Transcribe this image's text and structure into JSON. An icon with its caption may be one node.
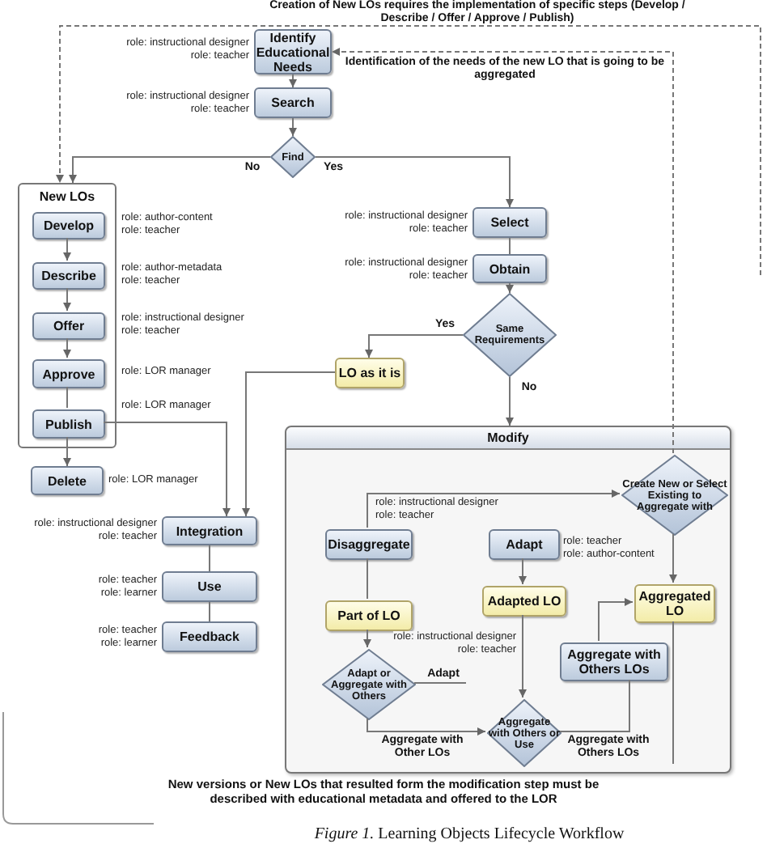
{
  "diagram": {
    "caption": "*Figure 1.* Learning Objects Lifecycle Workflow",
    "nodes": [
      {
        "text": [
          "Identify Educational Needs"
        ],
        "beside": [
          "role: instructional designer",
          "role: teacher"
        ]
      },
      {
        "text": [
          "Search"
        ],
        "beside": [
          "role: instructional designer",
          "role: teacher"
        ]
      },
      {
        "text": [
          "Find"
        ]
      },
      {
        "text": [
          "New LOs"
        ]
      },
      {
        "text": [
          "Develop"
        ],
        "in": 3,
        "beside": [
          "role: author-content",
          "role: teacher"
        ]
      },
      {
        "text": [
          "Describe"
        ],
        "in": 3,
        "beside": [
          "role: author-metadata",
          "role: teacher"
        ]
      },
      {
        "text": [
          "Offer"
        ],
        "in": 3,
        "beside": [
          "role: instructional designer",
          "role: teacher"
        ]
      },
      {
        "text": [
          "Approve"
        ],
        "in": 3,
        "beside": [
          "role: LOR manager"
        ]
      },
      {
        "text": [
          "Publish"
        ],
        "in": 3,
        "beside": [
          "role: LOR manager"
        ]
      },
      {
        "text": [
          "Delete"
        ],
        "beside": [
          "role: LOR manager"
        ]
      },
      {
        "text": [
          "Select"
        ],
        "beside": [
          "role: instructional designer",
          "role: teacher"
        ]
      },
      {
        "text": [
          "Obtain"
        ],
        "beside": [
          "role: instructional designer",
          "role: teacher"
        ]
      },
      {
        "text": [
          "Same Requirements"
        ]
      },
      {
        "text": [
          "LO as it is"
        ]
      },
      {
        "text": [
          "Modify"
        ]
      },
      {
        "text": [
          "Integration"
        ],
        "beside": [
          "role: instructional designer",
          "role: teacher"
        ]
      },
      {
        "text": [
          "Use"
        ],
        "beside": [
          "role: teacher",
          "role: learner"
        ]
      },
      {
        "text": [
          "Feedback"
        ],
        "beside": [
          "role: teacher",
          "role: learner"
        ]
      },
      {
        "text": [
          "Disaggregate"
        ],
        "in": 14,
        "beside": [
          "role: instructional designer",
          "role: teacher"
        ]
      },
      {
        "text": [
          "Adapt"
        ],
        "in": 14,
        "beside": [
          "role: teacher",
          "role: author-content"
        ]
      },
      {
        "text": [
          "Create New or Select Existing to Aggregate with"
        ],
        "in": 14
      },
      {
        "text": [
          "Part of LO"
        ],
        "in": 14
      },
      {
        "text": [
          "Adapted LO"
        ],
        "in": 14
      },
      {
        "text": [
          "Aggregated LO"
        ],
        "in": 14
      },
      {
        "text": [
          "Adapt or Aggregate with Others"
        ],
        "in": 14
      },
      {
        "text": [
          "Aggregate with Others LOs"
        ],
        "in": 14
      },
      {
        "text": [
          "Aggregate with Others or Use"
        ],
        "in": 14
      }
    ],
    "edges": [
      {
        "from": 0,
        "to": 1,
        "arrow": "to"
      },
      {
        "from": 1,
        "to": 2,
        "arrow": "to"
      },
      {
        "from": 2,
        "to": 3,
        "arrow": "to",
        "label": "No"
      },
      {
        "from": 2,
        "to": 10,
        "arrow": "to",
        "label": "Yes"
      },
      {
        "from": 4,
        "to": 5,
        "arrow": "to"
      },
      {
        "from": 5,
        "to": 6,
        "arrow": "to"
      },
      {
        "from": 6,
        "to": 7,
        "arrow": "to"
      },
      {
        "from": 7,
        "to": 8,
        "arrow": "none"
      },
      {
        "from": 8,
        "to": 9,
        "arrow": "to"
      },
      {
        "from": 8,
        "to": 15,
        "arrow": "to"
      },
      {
        "from": 10,
        "to": 11,
        "arrow": "none"
      },
      {
        "from": 11,
        "to": 12,
        "arrow": "to"
      },
      {
        "from": 12,
        "to": 13,
        "arrow": "to",
        "label": "Yes"
      },
      {
        "from": 12,
        "to": 14,
        "arrow": "to",
        "label": "No"
      },
      {
        "from": 13,
        "to": 15,
        "arrow": "to"
      },
      {
        "from": 15,
        "to": 16,
        "arrow": "none"
      },
      {
        "from": 16,
        "to": 17,
        "arrow": "none"
      },
      {
        "from": 18,
        "to": 20,
        "arrow": "to"
      },
      {
        "from": 18,
        "to": 21,
        "arrow": "none"
      },
      {
        "from": 21,
        "to": 24,
        "arrow": "to"
      },
      {
        "from": 24,
        "to": null,
        "arrow": "none",
        "label": "Adapt"
      },
      {
        "from": 24,
        "to": 26,
        "arrow": "to",
        "label": "Aggregate with Other LOs"
      },
      {
        "from": 19,
        "to": 22,
        "arrow": "to"
      },
      {
        "from": 22,
        "to": 26,
        "arrow": "to"
      },
      {
        "from": 26,
        "to": 25,
        "arrow": "none",
        "label": "Aggregate with Others LOs"
      },
      {
        "from": 25,
        "to": 23,
        "arrow": "to"
      },
      {
        "from": 20,
        "to": 23,
        "arrow": "to"
      },
      {
        "from": 23,
        "to": null,
        "arrow": "none"
      },
      {
        "from": null,
        "to": 3,
        "arrow": "to",
        "style": "dashed",
        "label": "Creation of New LOs requires the implementation of specific steps (Develop / Describe / Offer / Approve / Publish)"
      },
      {
        "from": 20,
        "to": 0,
        "arrow": "to",
        "style": "dashed",
        "label": "Identification of the needs of the new LO that is going to be aggregated"
      }
    ],
    "labels": [
      "role: instructional designer",
      "role: teacher",
      "New versions or New LOs that resulted form the modification step must be described with educational metadata and offered to the LOR"
    ]
  }
}
